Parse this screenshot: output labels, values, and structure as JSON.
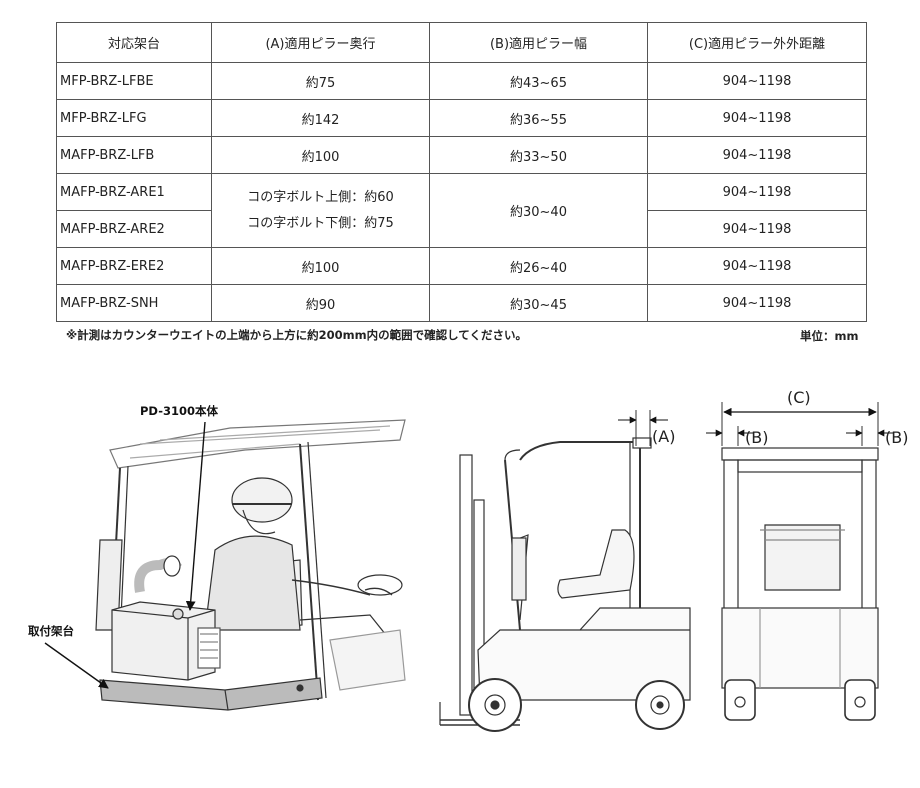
{
  "table": {
    "headers": [
      "対応架台",
      "(A)適用ピラー奥行",
      "(B)適用ピラー幅",
      "(C)適用ピラー外外距離"
    ],
    "rows": [
      {
        "model": "MFP-BRZ-LFBE",
        "a": "約75",
        "b": "約43~65",
        "c": "904~1198"
      },
      {
        "model": "MFP-BRZ-LFG",
        "a": "約142",
        "b": "約36~55",
        "c": "904~1198"
      },
      {
        "model": "MAFP-BRZ-LFB",
        "a": "約100",
        "b": "約33~50",
        "c": "904~1198"
      },
      {
        "model": "MAFP-BRZ-ARE1",
        "a_line1": "コの字ボルト上側：約60",
        "a_line2": "コの字ボルト下側：約75",
        "b": "約30~40",
        "c": "904~1198"
      },
      {
        "model": "MAFP-BRZ-ARE2",
        "c": "904~1198"
      },
      {
        "model": "MAFP-BRZ-ERE2",
        "a": "約100",
        "b": "約26~40",
        "c": "904~1198"
      },
      {
        "model": "MAFP-BRZ-SNH",
        "a": "約90",
        "b": "約30~45",
        "c": "904~1198"
      }
    ]
  },
  "note": "※計測はカウンターウエイトの上端から上方に約200mm内の範囲で確認してください。",
  "unit": "単位：mm",
  "figure": {
    "label_unit": "PD-3100本体",
    "label_mount": "取付架台",
    "dim_a": "(A)",
    "dim_b_left": "(B)",
    "dim_b_right": "(B)",
    "dim_c": "(C)"
  }
}
